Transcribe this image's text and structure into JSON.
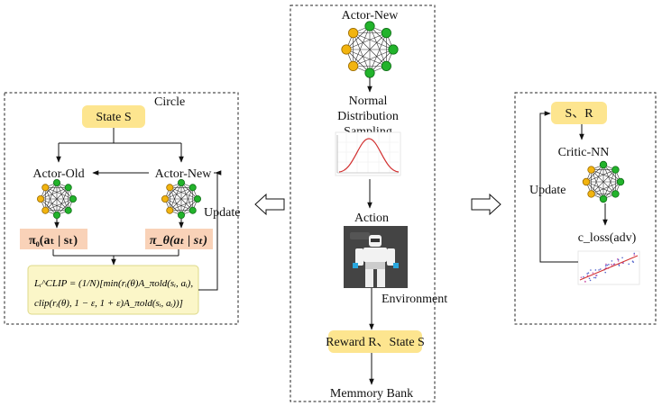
{
  "left_panel": {
    "title": "Circle",
    "state_box": "State  S",
    "actor_old_label": "Actor-Old",
    "actor_new_label": "Actor-New",
    "policy_old": "π₀(aₜ | sₜ)",
    "policy_new": "π_θ(aₜ | sₜ)",
    "update_label": "Update",
    "loss_formula_line1": "Lᵢ^CLIP = (1/N)[min(rᵢ(θ)A_πold(sᵢ, aᵢ),",
    "loss_formula_line2": "clip(rᵢ(θ), 1 − ε, 1 + ε)A_πold(sᵢ, aᵢ))]"
  },
  "center_panel": {
    "actor_new_label": "Actor-New",
    "sampling_label_1": "Normal",
    "sampling_label_2": "Distribution",
    "sampling_label_3": "Sampling",
    "action_label": "Action",
    "environment_label": "Environment",
    "reward_box": "Reward R、State S",
    "memory_label": "Memmory Bank"
  },
  "right_panel": {
    "sr_box": "S、R",
    "critic_label": "Critic-NN",
    "update_label": "Update",
    "loss_label": "c_loss(adv)"
  },
  "colors": {
    "yellow_box": "#fde58f",
    "peach_box": "#f9d2b8",
    "formula_box": "#fbf6c8",
    "node_green": "#22b32b",
    "node_yellow": "#f2b40f"
  }
}
